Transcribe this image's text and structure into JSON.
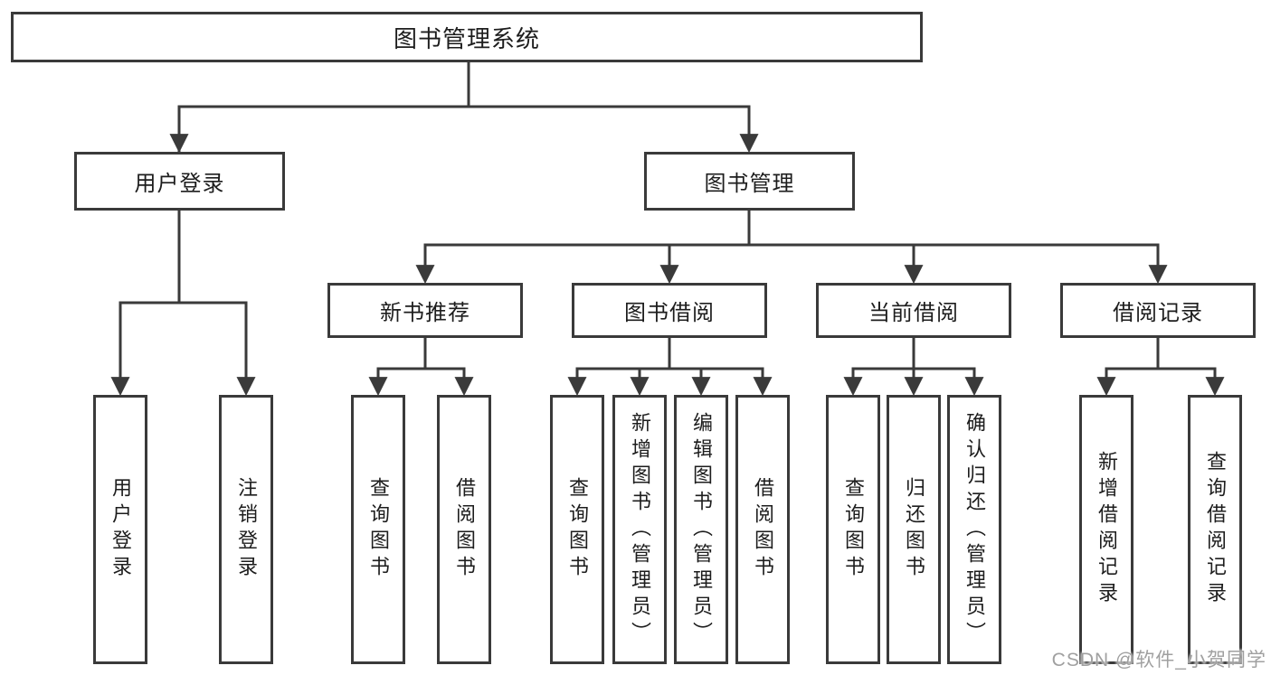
{
  "tree": {
    "root": "图书管理系统",
    "children": [
      {
        "label": "用户登录",
        "children": [
          "用户登录",
          "注销登录"
        ]
      },
      {
        "label": "图书管理",
        "children": [
          {
            "label": "新书推荐",
            "children": [
              "查询图书",
              "借阅图书"
            ]
          },
          {
            "label": "图书借阅",
            "children": [
              "查询图书",
              "新增图书（管理员）",
              "编辑图书（管理员）",
              "借阅图书"
            ]
          },
          {
            "label": "当前借阅",
            "children": [
              "查询图书",
              "归还图书",
              "确认归还（管理员）"
            ]
          },
          {
            "label": "借阅记录",
            "children": [
              "新增借阅记录",
              "查询借阅记录"
            ]
          }
        ]
      }
    ]
  },
  "watermark": {
    "text": "CSDN @软件_小贺同学"
  },
  "colors": {
    "line": "#3a3a3a",
    "text": "#1d1d1d",
    "box_background": "#ffffff",
    "page_background": "#ffffff",
    "watermark": "#a0a0a0"
  }
}
